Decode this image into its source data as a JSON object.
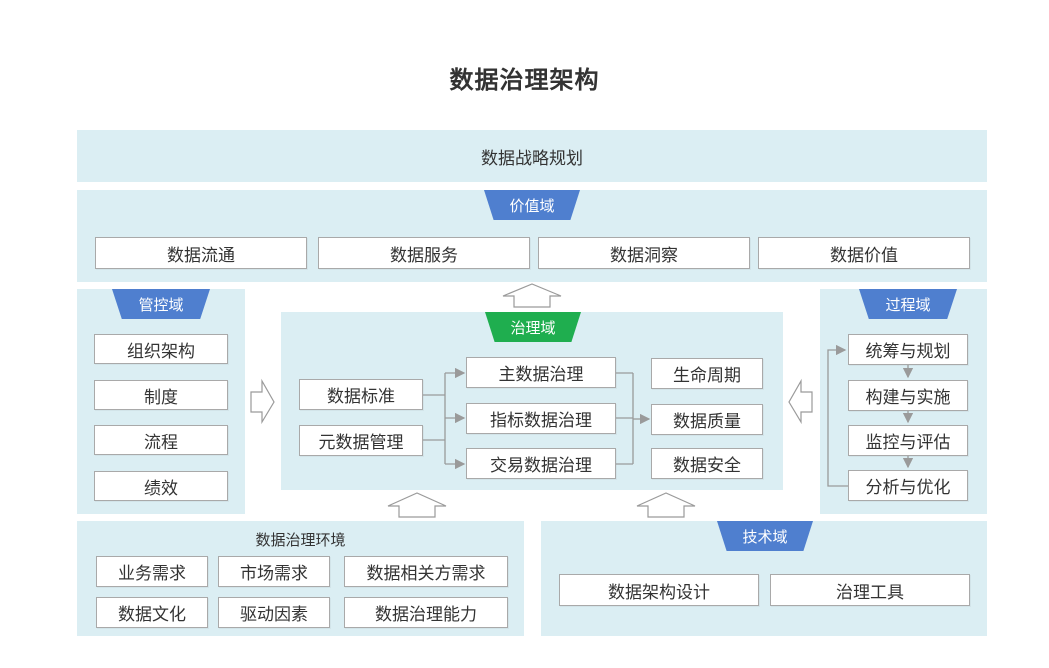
{
  "title": "数据治理架构",
  "strategy": "数据战略规划",
  "value_domain": {
    "tag": "价值域",
    "items": [
      "数据流通",
      "数据服务",
      "数据洞察",
      "数据价值"
    ]
  },
  "control_domain": {
    "tag": "管控域",
    "items": [
      "组织架构",
      "制度",
      "流程",
      "绩效"
    ]
  },
  "governance_domain": {
    "tag": "治理域",
    "inputs": [
      "数据标准",
      "元数据管理"
    ],
    "middle": [
      "主数据治理",
      "指标数据治理",
      "交易数据治理"
    ],
    "outputs": [
      "生命周期",
      "数据质量",
      "数据安全"
    ]
  },
  "process_domain": {
    "tag": "过程域",
    "items": [
      "统筹与规划",
      "构建与实施",
      "监控与评估",
      "分析与优化"
    ]
  },
  "environment": {
    "label": "数据治理环境",
    "items": [
      "业务需求",
      "市场需求",
      "数据相关方需求",
      "数据文化",
      "驱动因素",
      "数据治理能力"
    ]
  },
  "tech_domain": {
    "tag": "技术域",
    "items": [
      "数据架构设计",
      "治理工具"
    ]
  },
  "colors": {
    "panel": "#dbeef3",
    "tag_blue": "#4f7fcf",
    "tag_green": "#1fae4f",
    "border": "#a9a9a9"
  }
}
